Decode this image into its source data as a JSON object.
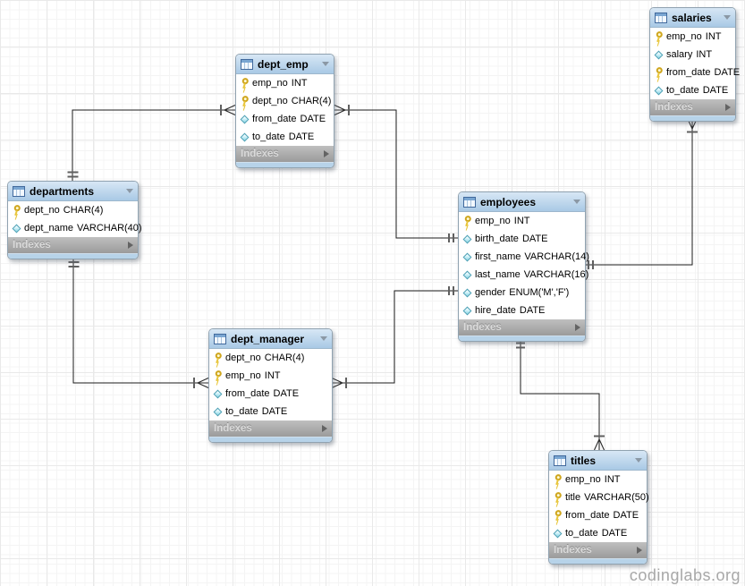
{
  "canvas": {
    "watermark": "codinglabs.org"
  },
  "colors": {
    "header_blue": "#a9c9e5",
    "footer_gray": "#a5a5a5",
    "bottom_strip_blue": "#b7d3e9",
    "key_icon_yellow": "#e8c63c",
    "diamond_icon_cyan": "#86d5e6",
    "line_black": "#1b1b1b",
    "grid_gray": "#e9e9e9",
    "watermark_gray": "#a8a8a8"
  },
  "tables": [
    {
      "title": "dept_emp",
      "footer": "Indexes",
      "columns": [
        {
          "name": "emp_no",
          "type": "INT",
          "icon": "key"
        },
        {
          "name": "dept_no",
          "type": "CHAR(4)",
          "icon": "key"
        },
        {
          "name": "from_date",
          "type": "DATE",
          "icon": "diamond"
        },
        {
          "name": "to_date",
          "type": "DATE",
          "icon": "diamond"
        }
      ]
    },
    {
      "title": "salaries",
      "footer": "Indexes",
      "columns": [
        {
          "name": "emp_no",
          "type": "INT",
          "icon": "key"
        },
        {
          "name": "salary",
          "type": "INT",
          "icon": "diamond"
        },
        {
          "name": "from_date",
          "type": "DATE",
          "icon": "key"
        },
        {
          "name": "to_date",
          "type": "DATE",
          "icon": "diamond"
        }
      ]
    },
    {
      "title": "departments",
      "footer": "Indexes",
      "columns": [
        {
          "name": "dept_no",
          "type": "CHAR(4)",
          "icon": "key"
        },
        {
          "name": "dept_name",
          "type": "VARCHAR(40)",
          "icon": "diamond"
        }
      ]
    },
    {
      "title": "employees",
      "footer": "Indexes",
      "columns": [
        {
          "name": "emp_no",
          "type": "INT",
          "icon": "key"
        },
        {
          "name": "birth_date",
          "type": "DATE",
          "icon": "diamond"
        },
        {
          "name": "first_name",
          "type": "VARCHAR(14)",
          "icon": "diamond"
        },
        {
          "name": "last_name",
          "type": "VARCHAR(16)",
          "icon": "diamond"
        },
        {
          "name": "gender",
          "type": "ENUM('M','F')",
          "icon": "diamond"
        },
        {
          "name": "hire_date",
          "type": "DATE",
          "icon": "diamond"
        }
      ]
    },
    {
      "title": "dept_manager",
      "footer": "Indexes",
      "columns": [
        {
          "name": "dept_no",
          "type": "CHAR(4)",
          "icon": "key"
        },
        {
          "name": "emp_no",
          "type": "INT",
          "icon": "key"
        },
        {
          "name": "from_date",
          "type": "DATE",
          "icon": "diamond"
        },
        {
          "name": "to_date",
          "type": "DATE",
          "icon": "diamond"
        }
      ]
    },
    {
      "title": "titles",
      "footer": "Indexes",
      "columns": [
        {
          "name": "emp_no",
          "type": "INT",
          "icon": "key"
        },
        {
          "name": "title",
          "type": "VARCHAR(50)",
          "icon": "key"
        },
        {
          "name": "from_date",
          "type": "DATE",
          "icon": "key"
        },
        {
          "name": "to_date",
          "type": "DATE",
          "icon": "diamond"
        }
      ]
    }
  ],
  "relationships": [
    {
      "from": "departments",
      "to": "dept_emp",
      "type": "one-to-many",
      "line_style": "solid"
    },
    {
      "from": "departments",
      "to": "dept_manager",
      "type": "one-to-many",
      "line_style": "solid"
    },
    {
      "from": "employees",
      "to": "dept_emp",
      "type": "one-to-many",
      "line_style": "solid"
    },
    {
      "from": "employees",
      "to": "dept_manager",
      "type": "one-to-many",
      "line_style": "solid"
    },
    {
      "from": "employees",
      "to": "salaries",
      "type": "one-to-many",
      "line_style": "solid"
    },
    {
      "from": "employees",
      "to": "titles",
      "type": "one-to-many",
      "line_style": "solid"
    }
  ]
}
